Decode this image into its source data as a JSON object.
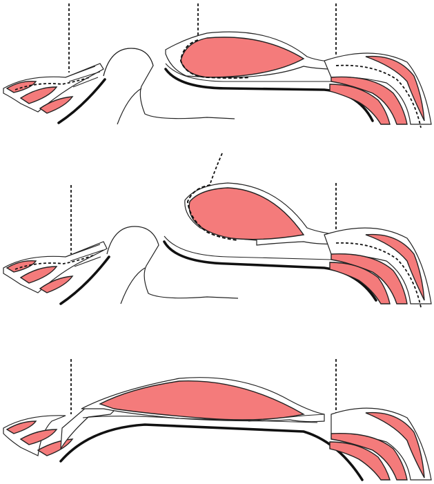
{
  "colors": {
    "muscle": "#f47b7b",
    "outline": "#222222",
    "background": "#ffffff"
  },
  "panels": [
    {
      "id": "panel-1",
      "description_visible_text": ""
    },
    {
      "id": "panel-2",
      "description_visible_text": ""
    },
    {
      "id": "panel-3",
      "description_visible_text": ""
    }
  ]
}
